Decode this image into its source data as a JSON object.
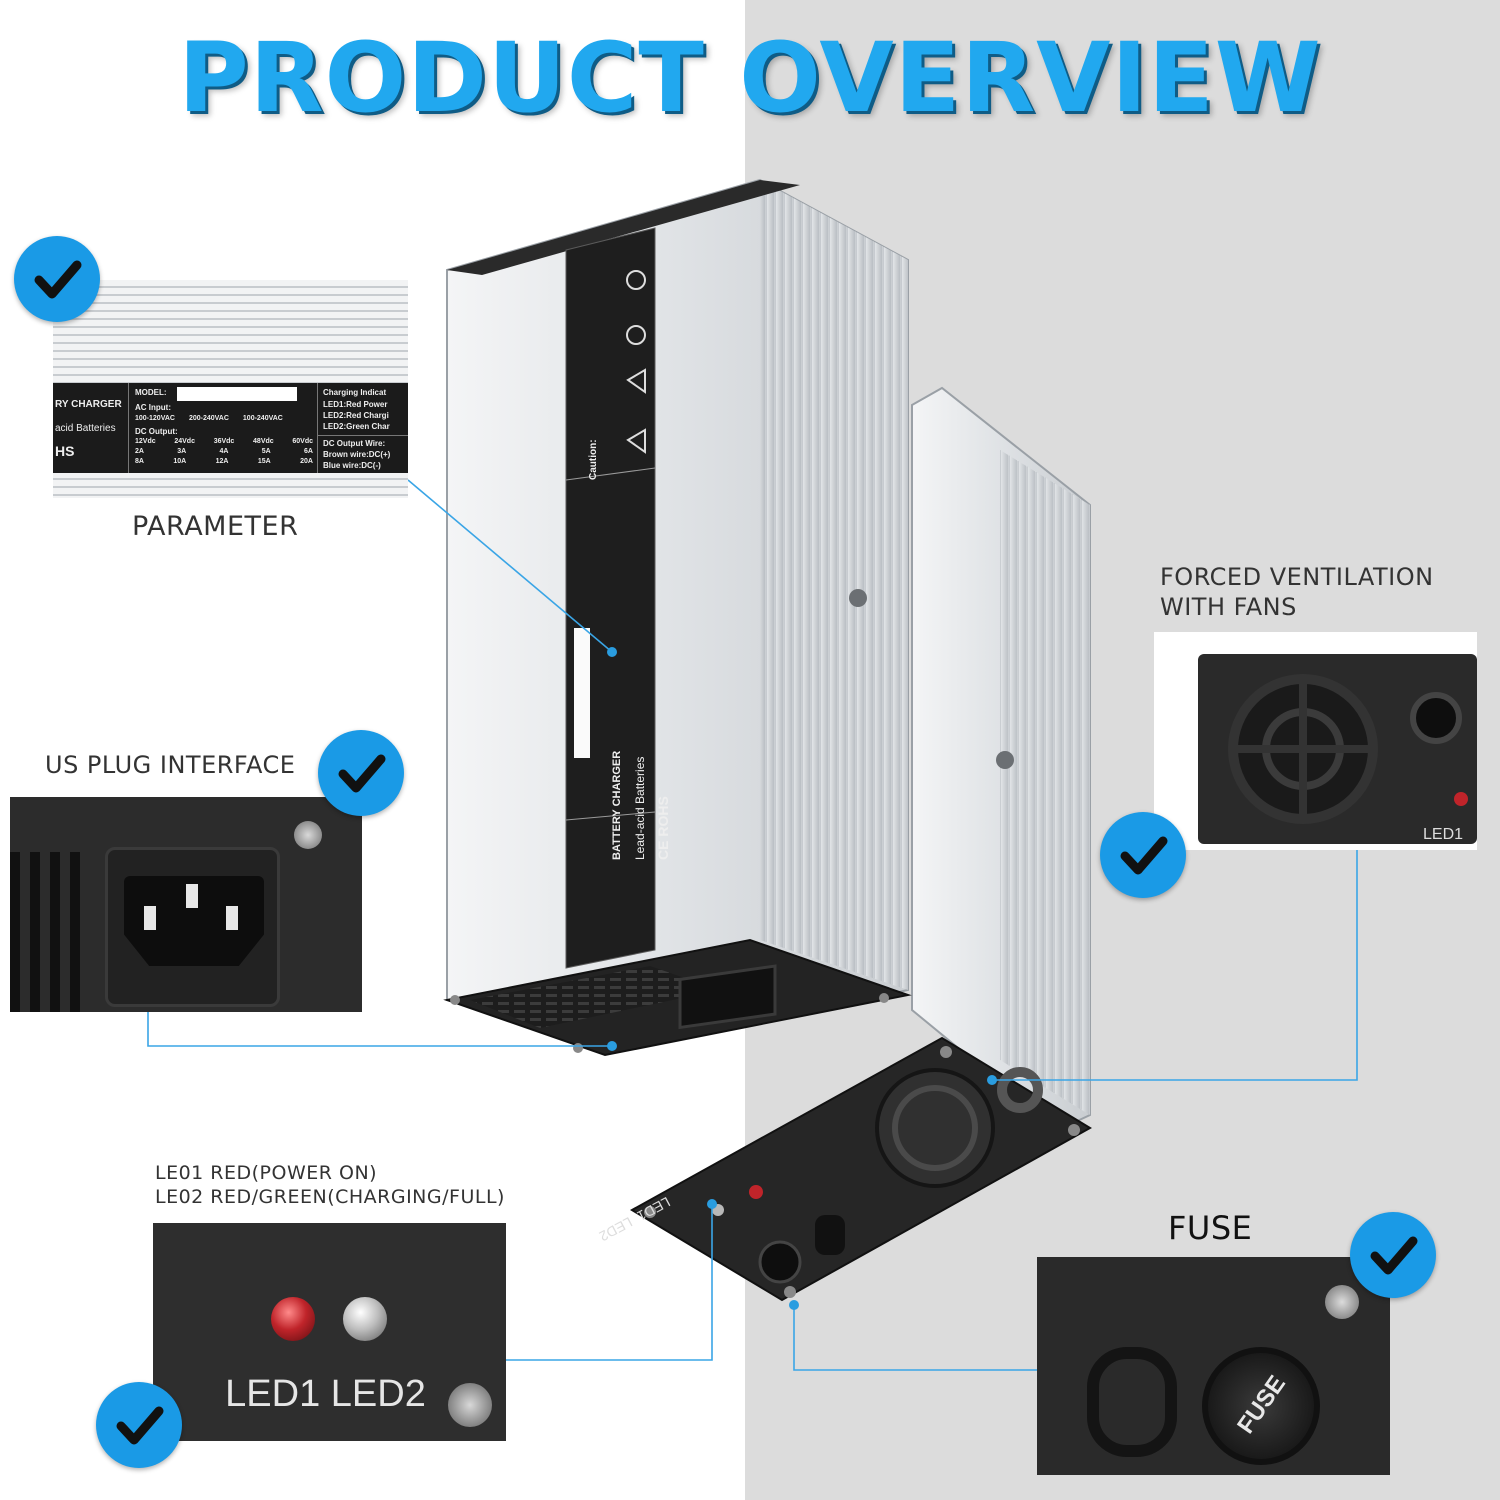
{
  "title": "PRODUCT OVERVIEW",
  "captions": {
    "parameter": "PARAMETER",
    "plug": "US PLUG INTERFACE",
    "fans_line1": "FORCED VENTILATION",
    "fans_line2": "WITH FANS",
    "led_line1": "LE01 RED(POWER ON)",
    "led_line2": "LE02 RED/GREEN(CHARGING/FULL)",
    "fuse": "FUSE"
  },
  "label_panel": {
    "brand": "RY CHARGER",
    "subtitle": "acid Batteries",
    "certs": "HS",
    "model_label": "MODEL:",
    "ac_input_label": "AC Input:",
    "ac_options": [
      "100-120VAC",
      "200-240VAC",
      "100-240VAC"
    ],
    "dc_output_label": "DC Output:",
    "dc_voltages": [
      "12Vdc",
      "24Vdc",
      "36Vdc",
      "48Vdc",
      "60Vdc"
    ],
    "dc_currents_row1": [
      "2A",
      "3A",
      "4A",
      "5A",
      "6A"
    ],
    "dc_currents_row2": [
      "8A",
      "10A",
      "12A",
      "15A",
      "20A"
    ],
    "indicator_title": "Charging Indicat",
    "indicator_led1": "LED1:Red Power",
    "indicator_led2a": "LED2:Red Chargi",
    "indicator_led2b": "LED2:Green Char",
    "wire_title": "DC Output Wire:",
    "wire_brown": "Brown wire:DC(+)",
    "wire_blue": "Blue wire:DC(-)"
  },
  "device_label": {
    "name": "BATTERY CHARGER",
    "type": "Lead-acid Batteries",
    "certs": "CE ROHS",
    "caution_title": "Caution:"
  },
  "led_labels": {
    "led1": "LED1",
    "led2": "LED2",
    "fans_led": "LED1"
  },
  "fuse_cap": "FUSE",
  "colors": {
    "accent": "#21a8ef",
    "check_bg": "#1a9ae6",
    "led_red": "#c0242a",
    "panel_dark": "#2b2b2b",
    "aluminium": "#e6e8ea"
  }
}
